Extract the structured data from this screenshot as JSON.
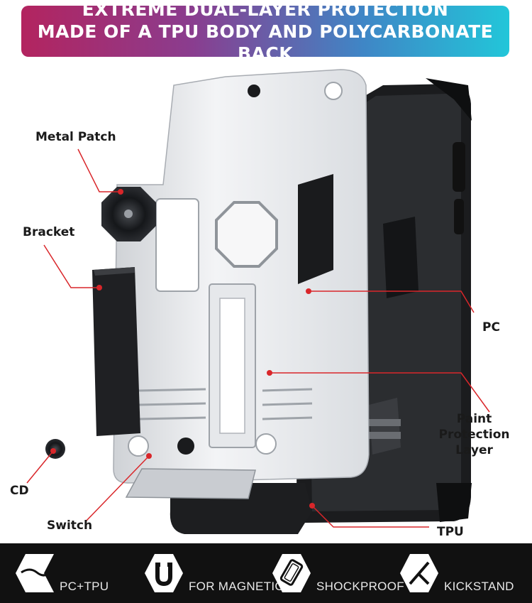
{
  "banner": {
    "line1": "EXTREME DUAL-LAYER PROTECTION",
    "line2": "MADE OF A TPU BODY AND POLYCARBONATE BACK",
    "gradient_start": "#b3245f",
    "gradient_end": "#22c6d9"
  },
  "callouts": {
    "metal_patch": "Metal Patch",
    "bracket": "Bracket",
    "cd": "CD",
    "switch": "Switch",
    "pc": "PC",
    "paint_line1": "Paint Protection",
    "paint_line2": "Layer",
    "tpu": "TPU",
    "line_color": "#d9262a"
  },
  "features": [
    {
      "icon": "pc-tpu-icon",
      "label": "PC+TPU"
    },
    {
      "icon": "magnet-icon",
      "label": "FOR MAGNETIC"
    },
    {
      "icon": "shockproof-icon",
      "label": "SHOCKPROOF"
    },
    {
      "icon": "kickstand-icon",
      "label": "KICKSTAND"
    }
  ]
}
